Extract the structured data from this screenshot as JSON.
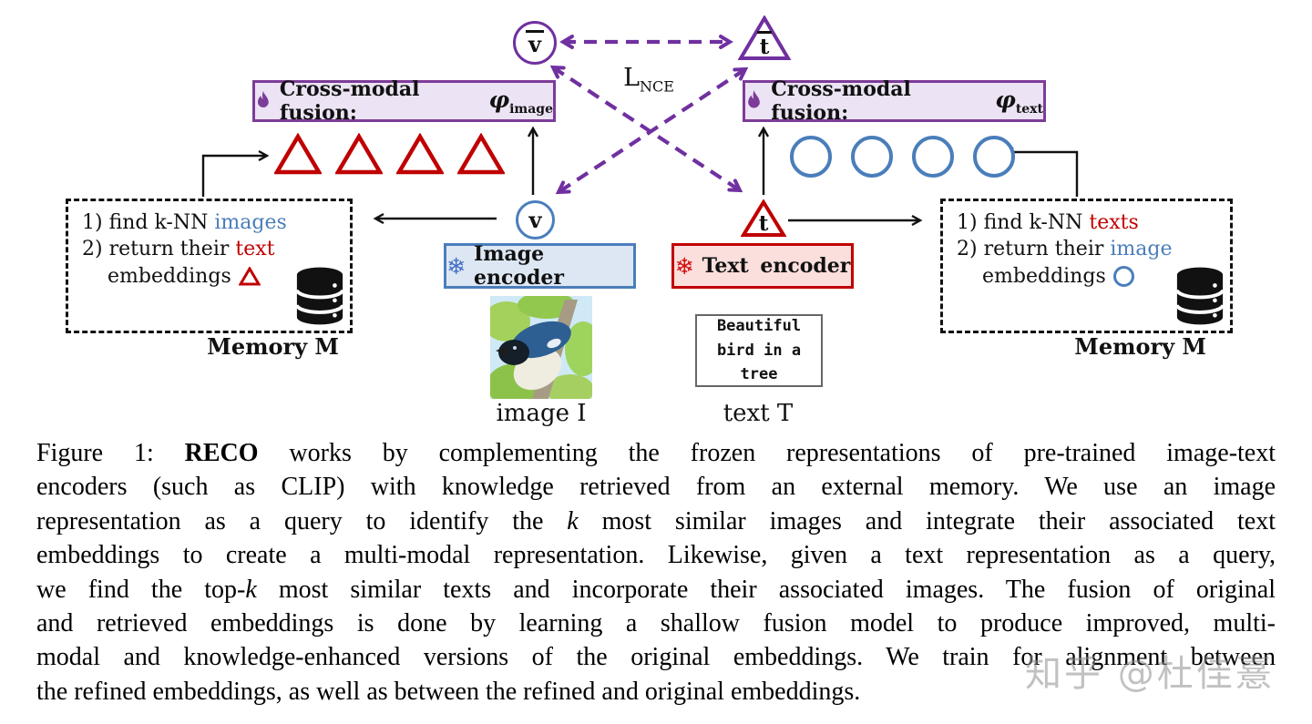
{
  "colors": {
    "purple": "#7030a0",
    "purple_fill": "#ece3f4",
    "red": "#c00000",
    "red_fill": "#fbdfdd",
    "blue": "#4a7ebb",
    "blue_fill": "#dde7f4",
    "black": "#111111",
    "watermark_gray": "#8f8f8f"
  },
  "diagram": {
    "refined_image_node": "v",
    "refined_text_node": "t",
    "image_node": "v",
    "text_node": "t",
    "loss": {
      "main": "L",
      "sub": "NCE"
    },
    "fusion_image": {
      "label": "Cross-modal fusion:",
      "symbol": "φ",
      "sub": "image"
    },
    "fusion_text": {
      "label": "Cross-modal fusion:",
      "symbol": "φ",
      "sub": "text"
    },
    "encoder_image": {
      "icon": "❄",
      "label": "Image encoder"
    },
    "encoder_text": {
      "icon": "❄",
      "label": "Text encoder"
    },
    "memory_left": {
      "step1": "1) find k-NN ",
      "step1_hl": "images",
      "step2": "2) return their ",
      "step2_hl": "text",
      "step3": "embeddings",
      "caption": "Memory M"
    },
    "memory_right": {
      "step1": "1) find k-NN ",
      "step1_hl": "texts",
      "step2": "2) return their ",
      "step2_hl": "image",
      "step3": "embeddings",
      "caption": "Memory M"
    },
    "image_input_label": "image I",
    "text_input_label": "text T",
    "text_input": [
      "Beautiful",
      "bird in a",
      "tree"
    ]
  },
  "caption": {
    "lines": [
      {
        "s0": "Figure 1: ",
        "bold": "RECO",
        "s2": " works by complementing the frozen representations of pre-trained image-text"
      },
      {
        "s0": "encoders (such as CLIP) with knowledge retrieved from an external memory. We use an image"
      },
      {
        "s0": "representation as a query to identify the ",
        "italic": "k",
        "s2": " most similar images and integrate their associated text"
      },
      {
        "s0": "embeddings to create a multi-modal representation. Likewise, given a text representation as a query,"
      },
      {
        "s0": "we find the top-",
        "italic": "k",
        "s2": " most similar texts and incorporate their associated images. The fusion of original"
      },
      {
        "s0": "and retrieved embeddings is done by learning a shallow fusion model to produce improved, multi-"
      },
      {
        "s0": "modal and knowledge-enhanced versions of the original embeddings. We train for alignment between"
      },
      {
        "s0": "the refined embeddings, as well as between the refined and original embeddings."
      }
    ]
  },
  "watermark": {
    "text": "知乎 @杜佳憙"
  }
}
